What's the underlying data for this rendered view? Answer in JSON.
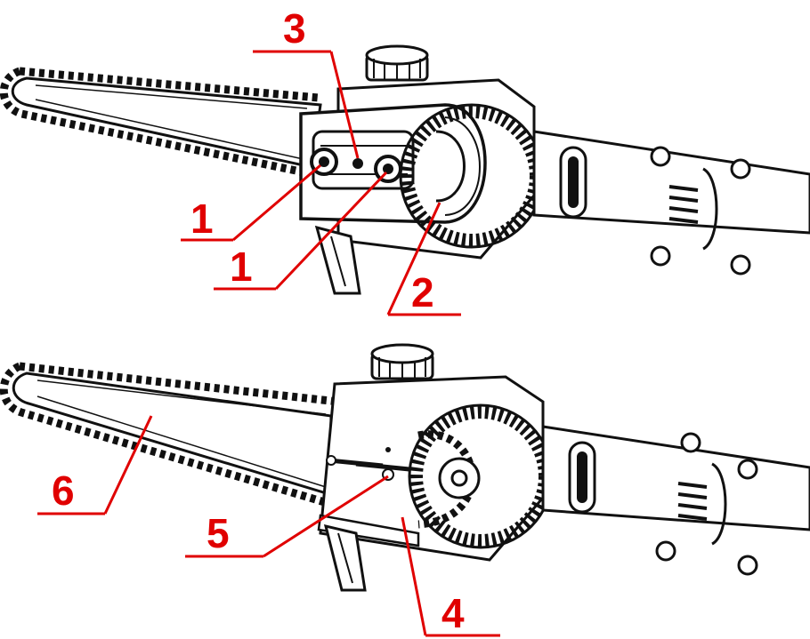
{
  "diagram": {
    "colors": {
      "line_art": "#111111",
      "callout": "#e00000",
      "background": "#ffffff"
    },
    "views": [
      {
        "name": "assembled-view"
      },
      {
        "name": "cover-removed-view"
      }
    ],
    "callouts": [
      {
        "id": "c1a",
        "label": "1"
      },
      {
        "id": "c1b",
        "label": "1"
      },
      {
        "id": "c2",
        "label": "2"
      },
      {
        "id": "c3",
        "label": "3"
      },
      {
        "id": "c4",
        "label": "4"
      },
      {
        "id": "c5",
        "label": "5"
      },
      {
        "id": "c6",
        "label": "6"
      }
    ]
  }
}
